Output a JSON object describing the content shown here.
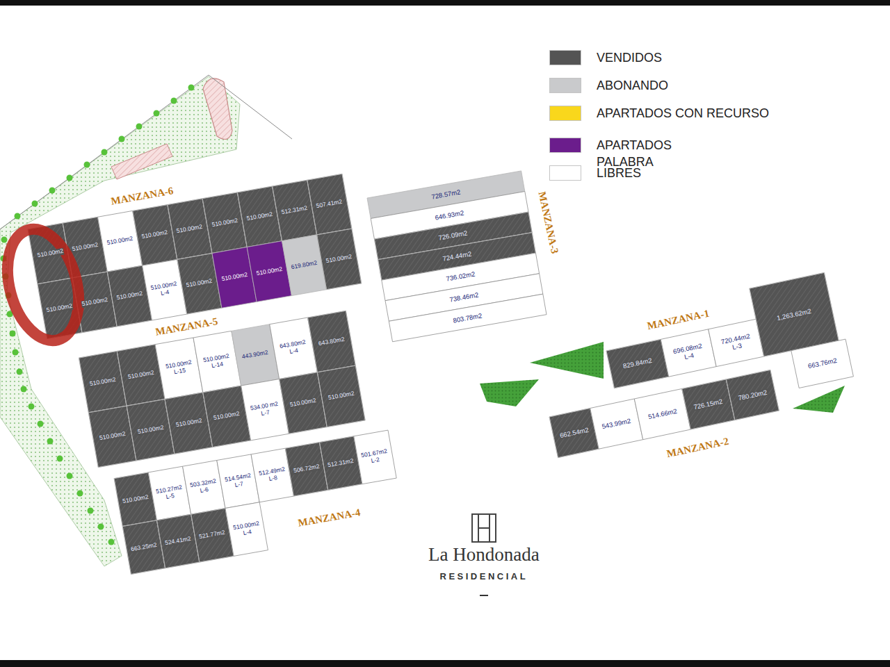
{
  "diagram": {
    "nodes": [
      {
        "text": [
          "510.00m2"
        ]
      },
      {
        "text": [
          "510.00m2"
        ]
      },
      {
        "text": [
          "510.00m2"
        ]
      },
      {
        "text": [
          "510.00m2"
        ]
      },
      {
        "text": [
          "510.00m2"
        ]
      },
      {
        "text": [
          "510.00m2"
        ]
      },
      {
        "text": [
          "510.00m2"
        ]
      },
      {
        "text": [
          "512.31m2"
        ]
      },
      {
        "text": [
          "507.41m2"
        ]
      },
      {
        "text": [
          "510.00m2"
        ]
      },
      {
        "text": [
          "510.00m2"
        ]
      },
      {
        "text": [
          "510.00m2"
        ]
      },
      {
        "text": [
          "510.00m2",
          "L-4"
        ]
      },
      {
        "text": [
          "510.00m2"
        ]
      },
      {
        "text": [
          "510.00m2"
        ]
      },
      {
        "text": [
          "510.00m2"
        ]
      },
      {
        "text": [
          "619.80m2"
        ]
      },
      {
        "text": [
          "510.00m2"
        ]
      },
      {
        "text": [
          "510.00m2"
        ]
      },
      {
        "text": [
          "510.00m2"
        ]
      },
      {
        "text": [
          "510.00m2",
          "L-15"
        ]
      },
      {
        "text": [
          "510.00m2",
          "L-14"
        ]
      },
      {
        "text": [
          "443.90m2"
        ]
      },
      {
        "text": [
          "643.80m2",
          "L-4"
        ]
      },
      {
        "text": [
          "643.80m2"
        ]
      },
      {
        "text": [
          "510.00m2"
        ]
      },
      {
        "text": [
          "510.00m2"
        ]
      },
      {
        "text": [
          "510.00m2"
        ]
      },
      {
        "text": [
          "510.00m2"
        ]
      },
      {
        "text": [
          "534.00 m2",
          "L-7"
        ]
      },
      {
        "text": [
          "510.00m2"
        ]
      },
      {
        "text": [
          "510.00m2"
        ]
      },
      {
        "text": [
          "510.00m2"
        ]
      },
      {
        "text": [
          "510.27m2",
          "L-5"
        ]
      },
      {
        "text": [
          "503.32m2",
          "L-6"
        ]
      },
      {
        "text": [
          "514.54m2",
          "L-7"
        ]
      },
      {
        "text": [
          "512.49m2",
          "L-8"
        ]
      },
      {
        "text": [
          "506.72m2"
        ]
      },
      {
        "text": [
          "512.31m2"
        ]
      },
      {
        "text": [
          "501.67m2",
          "L-2"
        ]
      },
      {
        "text": [
          "663.25m2"
        ]
      },
      {
        "text": [
          "524.41m2"
        ]
      },
      {
        "text": [
          "521.77m2"
        ]
      },
      {
        "text": [
          "510.00m2",
          "L-4"
        ]
      },
      {
        "text": [
          "728.57m2"
        ]
      },
      {
        "text": [
          "646.93m2"
        ]
      },
      {
        "text": [
          "726.09m2"
        ]
      },
      {
        "text": [
          "724.44m2"
        ]
      },
      {
        "text": [
          "736.02m2"
        ]
      },
      {
        "text": [
          "738.46m2"
        ]
      },
      {
        "text": [
          "803.78m2"
        ]
      },
      {
        "text": [
          "829.84m2"
        ]
      },
      {
        "text": [
          "696.08m2",
          "L-4"
        ]
      },
      {
        "text": [
          "720.44m2",
          "L-3"
        ]
      },
      {
        "text": [
          "1,263.62m2"
        ]
      },
      {
        "text": [
          "663.76m2"
        ]
      },
      {
        "text": [
          "662.54m2"
        ]
      },
      {
        "text": [
          "543.99m2"
        ]
      },
      {
        "text": [
          "514.66m2"
        ]
      },
      {
        "text": [
          "726.15m2"
        ]
      },
      {
        "text": [
          "780.20m2"
        ]
      }
    ],
    "labels": [
      "MANZANA-6",
      "MANZANA-5",
      "MANZANA-4",
      "MANZANA-3",
      "MANZANA-1",
      "MANZANA-2",
      "La Hondonada",
      "RESIDENCIAL"
    ],
    "legend": [
      {
        "text": "VENDIDOS",
        "color": "#545454"
      },
      {
        "text": "ABONANDO",
        "color": "#c9cacc"
      },
      {
        "text": "APARTADOS CON RECURSO",
        "color": "#f9d71c"
      },
      {
        "text": "APARTADOS PALABRA",
        "color": "#6b1d8c"
      },
      {
        "text": "LIBRES",
        "color": "#ffffff"
      }
    ]
  }
}
